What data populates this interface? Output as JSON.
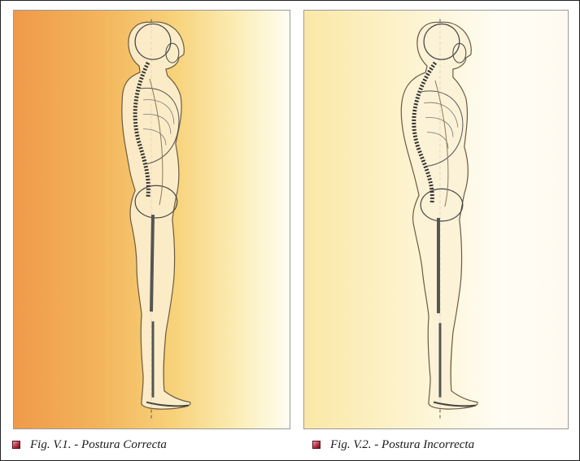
{
  "figures": [
    {
      "caption": "Fig. V.1. - Postura Correcta",
      "background": "#f3b35a",
      "posture": "correct"
    },
    {
      "caption": "Fig. V.2. - Postura Incorrecta",
      "background": "#fcf3cf",
      "posture": "incorrect"
    }
  ],
  "colors": {
    "bullet": "#b03040",
    "outline": "#6b5a40",
    "body_fill": "#fbf1d6"
  },
  "icons": {
    "caption_bullet": "square-bullet-icon"
  }
}
